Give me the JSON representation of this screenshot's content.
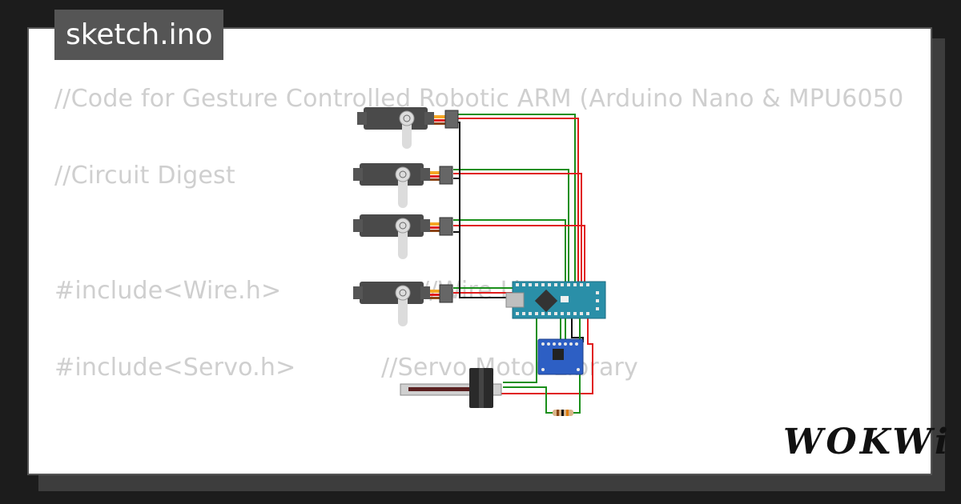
{
  "tab": {
    "filename": "sketch.ino"
  },
  "code": {
    "line1": "//Code for Gesture Controlled Robotic ARM (Arduino Nano & MPU6050",
    "line2": "//Circuit Digest",
    "line3a": "#include<Wire.h>",
    "line3b": "//Wire Li",
    "line4a": "#include<Servo.h>",
    "line4b": "//Servo Motor Library"
  },
  "brand": {
    "logo_text": "WOKWi"
  },
  "colors": {
    "wire_green": "#1a8f1a",
    "wire_red": "#e01b1b",
    "wire_black": "#111111",
    "nano_board": "#2a8fa8",
    "mpu_board": "#2d5fc4"
  }
}
